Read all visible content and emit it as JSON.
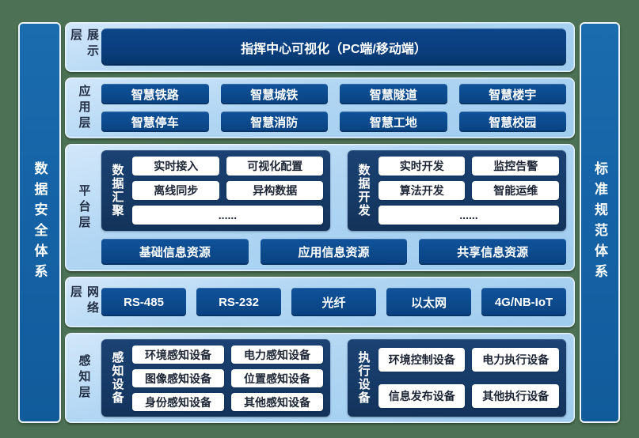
{
  "pillars": {
    "left": "数据安全体系",
    "right": "标准规范体系"
  },
  "layers": {
    "display": {
      "label": "展示层",
      "item": "指挥中心可视化（PC端/移动端）"
    },
    "application": {
      "label": "应用层",
      "items": [
        "智慧铁路",
        "智慧城铁",
        "智慧隧道",
        "智慧楼宇",
        "智慧停车",
        "智慧消防",
        "智慧工地",
        "智慧校园"
      ]
    },
    "platform": {
      "label": "平台层",
      "groups": [
        {
          "name": "数据汇聚",
          "items": [
            "实时接入",
            "可视化配置",
            "离线同步",
            "异构数据"
          ],
          "more": "......"
        },
        {
          "name": "数据开发",
          "items": [
            "实时开发",
            "监控告警",
            "算法开发",
            "智能运维"
          ],
          "more": "......"
        }
      ],
      "resources": [
        "基础信息资源",
        "应用信息资源",
        "共享信息资源"
      ]
    },
    "network": {
      "label": "网络层",
      "items": [
        "RS-485",
        "RS-232",
        "光纤",
        "以太网",
        "4G/NB-IoT"
      ]
    },
    "perception": {
      "label": "感知层",
      "groups": [
        {
          "name": "感知设备",
          "items": [
            "环境感知设备",
            "电力感知设备",
            "图像感知设备",
            "位置感知设备",
            "身份感知设备",
            "其他感知设备"
          ]
        },
        {
          "name": "执行设备",
          "items": [
            "环境控制设备",
            "电力执行设备",
            "信息发布设备",
            "其他执行设备"
          ]
        }
      ]
    }
  },
  "colors": {
    "background_green": "#4d7154",
    "panel_light_blue": "#a9d2f1",
    "chip_blue": "#0c4a8c",
    "command_center_blue": "#0a3f7f",
    "group_navy": "#163a66",
    "pillar_blue": "#1563a6",
    "white_box": "#ffffff",
    "label_navy": "#222f45"
  }
}
